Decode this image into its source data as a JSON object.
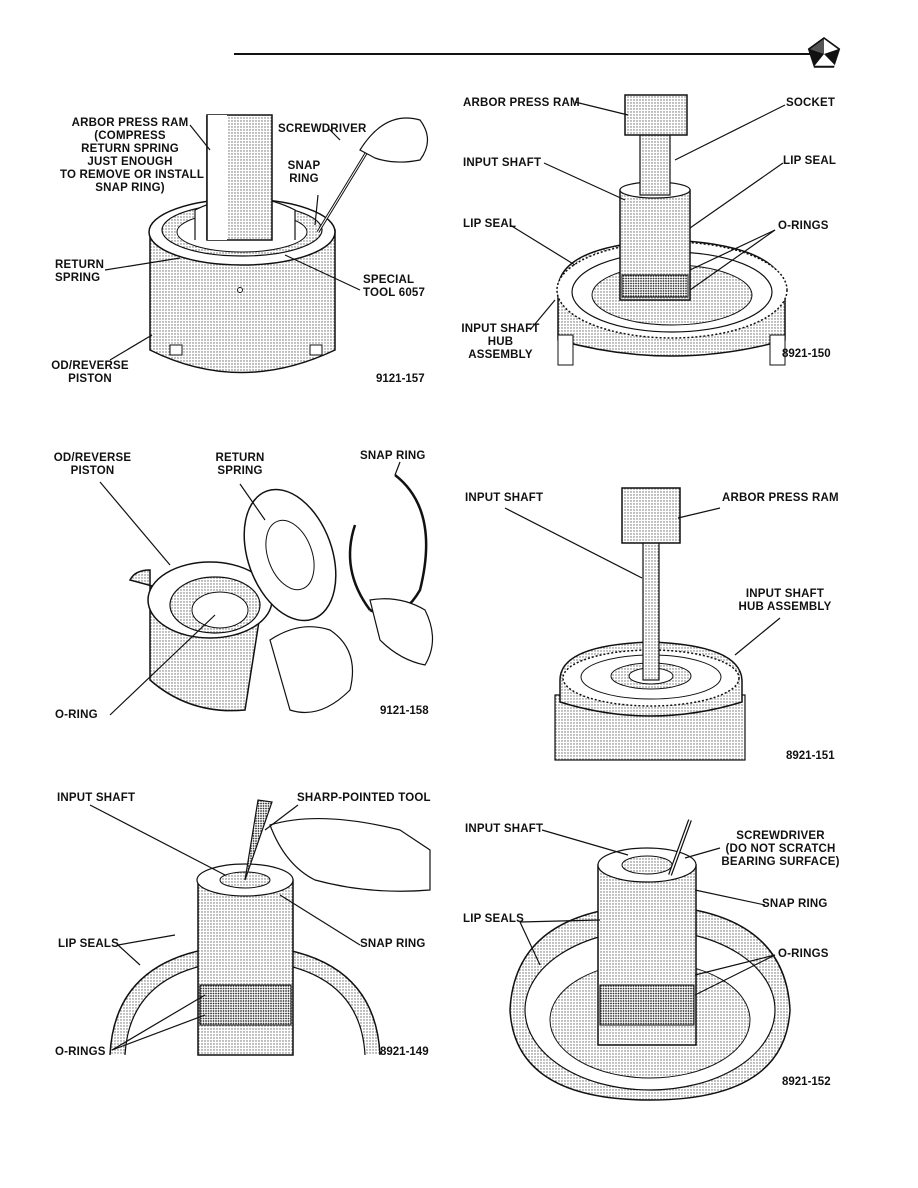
{
  "page": {
    "logo": "pentastar-icon"
  },
  "fig157": {
    "id": "9121-157",
    "arbor_press_ram": "ARBOR PRESS RAM\n(COMPRESS\nRETURN SPRING\nJUST ENOUGH\nTO REMOVE OR INSTALL\nSNAP RING)",
    "screwdriver": "SCREWDRIVER",
    "snap_ring": "SNAP\nRING",
    "return_spring": "RETURN\nSPRING",
    "special_tool": "SPECIAL\nTOOL 6057",
    "piston": "OD/REVERSE\nPISTON"
  },
  "fig150": {
    "id": "8921-150",
    "arbor_press_ram": "ARBOR PRESS RAM",
    "socket": "SOCKET",
    "input_shaft": "INPUT SHAFT",
    "lip_seal_right": "LIP SEAL",
    "lip_seal_left": "LIP SEAL",
    "o_rings": "O-RINGS",
    "hub_assembly": "INPUT SHAFT\nHUB\nASSEMBLY"
  },
  "fig158": {
    "id": "9121-158",
    "piston": "OD/REVERSE\nPISTON",
    "return_spring": "RETURN\nSPRING",
    "snap_ring": "SNAP RING",
    "o_ring": "O-RING"
  },
  "fig151": {
    "id": "8921-151",
    "input_shaft": "INPUT SHAFT",
    "arbor_press_ram": "ARBOR PRESS RAM",
    "hub_assembly": "INPUT SHAFT\nHUB ASSEMBLY"
  },
  "fig149": {
    "id": "8921-149",
    "input_shaft": "INPUT SHAFT",
    "tool": "SHARP-POINTED TOOL",
    "lip_seals": "LIP SEALS",
    "snap_ring": "SNAP RING",
    "o_rings": "O-RINGS"
  },
  "fig152": {
    "id": "8921-152",
    "input_shaft": "INPUT SHAFT",
    "screwdriver": "SCREWDRIVER\n(DO NOT SCRATCH\nBEARING SURFACE)",
    "snap_ring": "SNAP RING",
    "lip_seals": "LIP SEALS",
    "o_rings": "O-RINGS"
  }
}
